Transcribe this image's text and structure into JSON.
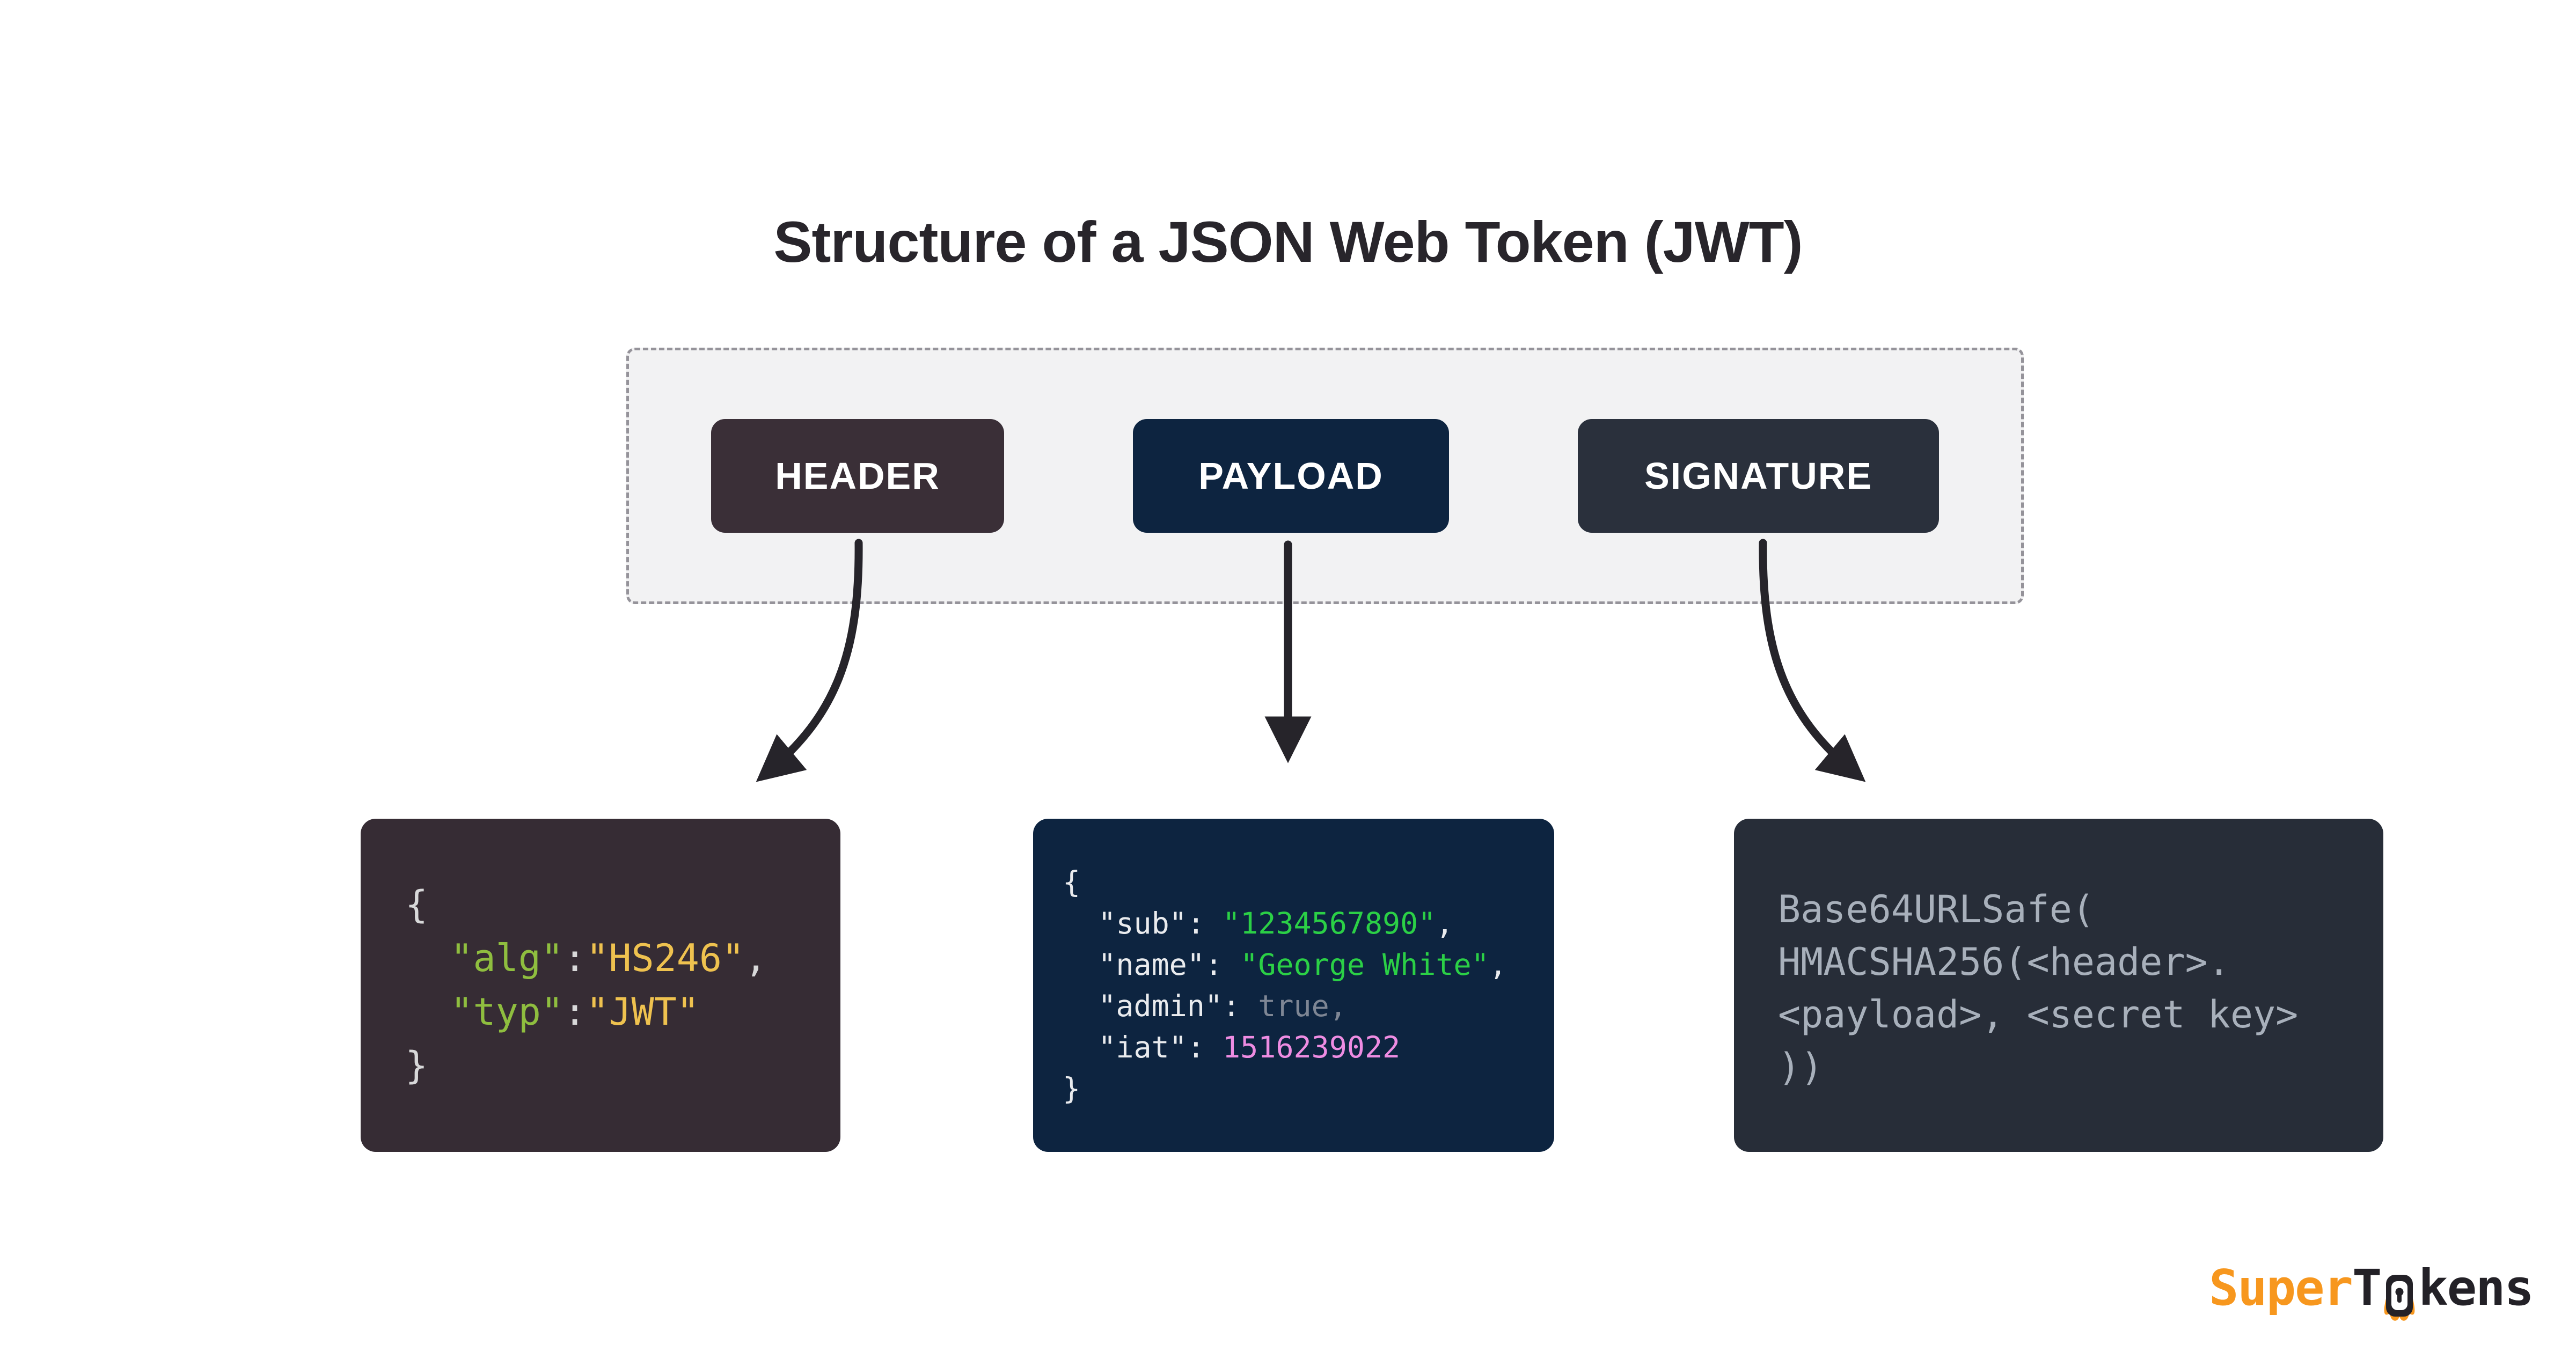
{
  "title": "Structure of a JSON Web Token (JWT)",
  "jwt_parts": {
    "header": {
      "label": "HEADER"
    },
    "payload": {
      "label": "PAYLOAD"
    },
    "signature": {
      "label": "SIGNATURE"
    }
  },
  "code": {
    "header": [
      [
        {
          "t": "{",
          "c": "hp"
        }
      ],
      [
        {
          "t": "  ",
          "c": "hp"
        },
        {
          "t": "\"alg\"",
          "c": "hk"
        },
        {
          "t": ":",
          "c": "hp"
        },
        {
          "t": "\"HS246\"",
          "c": "hs"
        },
        {
          "t": ",",
          "c": "hp"
        }
      ],
      [
        {
          "t": "  ",
          "c": "hp"
        },
        {
          "t": "\"typ\"",
          "c": "hk"
        },
        {
          "t": ":",
          "c": "hp"
        },
        {
          "t": "\"JWT\"",
          "c": "hs"
        }
      ],
      [
        {
          "t": "}",
          "c": "hp"
        }
      ]
    ],
    "payload": [
      [
        {
          "t": "{",
          "c": "pp"
        }
      ],
      [
        {
          "t": "  ",
          "c": "pp"
        },
        {
          "t": "\"sub\"",
          "c": "pp"
        },
        {
          "t": ": ",
          "c": "pp"
        },
        {
          "t": "\"1234567890\"",
          "c": "ps"
        },
        {
          "t": ",",
          "c": "pp"
        }
      ],
      [
        {
          "t": "  ",
          "c": "pp"
        },
        {
          "t": "\"name\"",
          "c": "pp"
        },
        {
          "t": ": ",
          "c": "pp"
        },
        {
          "t": "\"George White\"",
          "c": "ps"
        },
        {
          "t": ",",
          "c": "pp"
        }
      ],
      [
        {
          "t": "  ",
          "c": "pp"
        },
        {
          "t": "\"admin\"",
          "c": "pp"
        },
        {
          "t": ": ",
          "c": "pp"
        },
        {
          "t": "true",
          "c": "pb"
        },
        {
          "t": ",",
          "c": "pb"
        }
      ],
      [
        {
          "t": "  ",
          "c": "pp"
        },
        {
          "t": "\"iat\"",
          "c": "pp"
        },
        {
          "t": ": ",
          "c": "pp"
        },
        {
          "t": "1516239022",
          "c": "pn"
        }
      ],
      [
        {
          "t": "}",
          "c": "pp"
        }
      ]
    ],
    "signature": [
      [
        {
          "t": "Base64URLSafe(",
          "c": "sp"
        }
      ],
      [
        {
          "t": "HMACSHA256(<header>.",
          "c": "sp"
        }
      ],
      [
        {
          "t": "<payload>, <secret key>",
          "c": "sp"
        }
      ],
      [
        {
          "t": "))",
          "c": "sp"
        }
      ]
    ]
  },
  "logo": {
    "part1": "Super",
    "part2": "T",
    "part3": "kens"
  },
  "colors": {
    "title_text": "#28252b",
    "container_fill": "#f2f2f3",
    "container_border": "#95939a",
    "button_text": "#ffffff",
    "header_button": "#3a2f37",
    "payload_button": "#0d2440",
    "signature_button": "#2a303c",
    "header_box": "#362c34",
    "payload_box": "#0d2440",
    "signature_box": "#272d38",
    "header_plain": "#d8d8d9",
    "header_key": "#8fbe3f",
    "header_value": "#efc24f",
    "payload_plain": "#e9ebee",
    "payload_string": "#2bd046",
    "payload_bool": "#7e8694",
    "payload_number": "#ee8ce2",
    "signature_plain": "#a8b0bb",
    "arrow": "#26242a",
    "logo_orange": "#f7971e",
    "logo_dark": "#232127"
  }
}
